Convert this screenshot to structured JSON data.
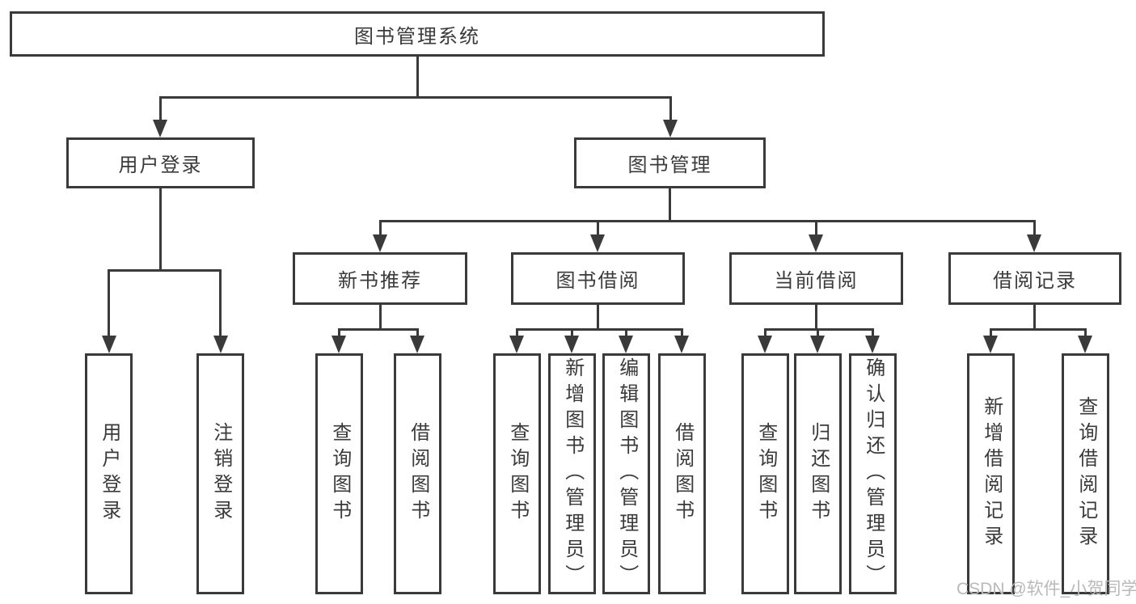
{
  "tree": {
    "root": "图书管理系统",
    "level2": [
      {
        "label": "用户登录",
        "leaves": [
          "用户登录",
          "注销登录"
        ]
      },
      {
        "label": "图书管理",
        "sections": [
          {
            "label": "新书推荐",
            "leaves": [
              "查询图书",
              "借阅图书"
            ]
          },
          {
            "label": "图书借阅",
            "leaves": [
              "查询图书",
              "新增图书（管理员）",
              "编辑图书（管理员）",
              "借阅图书"
            ]
          },
          {
            "label": "当前借阅",
            "leaves": [
              "查询图书",
              "归还图书",
              "确认归还（管理员）"
            ]
          },
          {
            "label": "借阅记录",
            "leaves": [
              "新增借阅记录",
              "查询借阅记录"
            ]
          }
        ]
      }
    ]
  },
  "watermark": "CSDN @软件_小贺同学",
  "colors": {
    "line": "#3a3a3a",
    "text": "#3a3a3a",
    "background": "#ffffff",
    "watermark": "#b9b9b9"
  }
}
